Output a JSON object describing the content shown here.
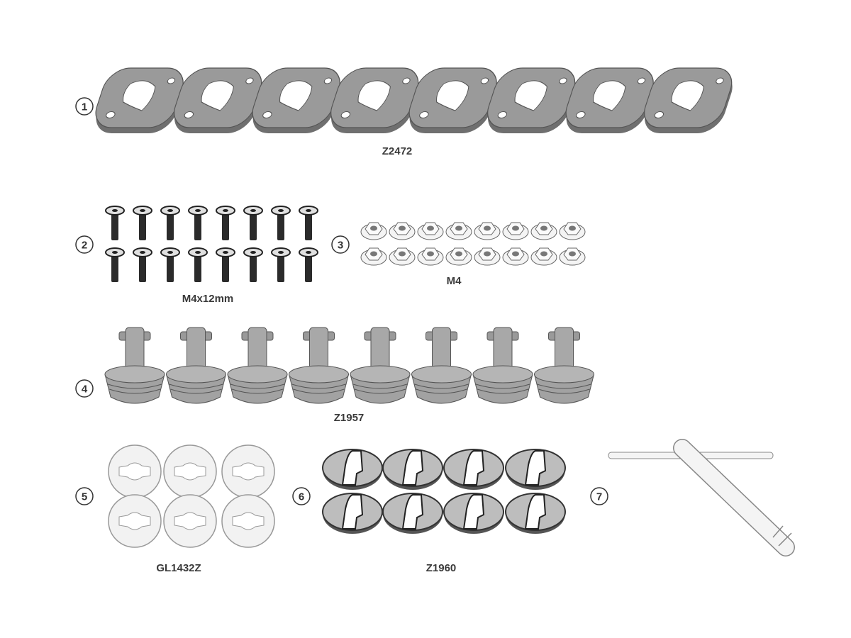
{
  "colors": {
    "part_fill": "#9a9a9a",
    "part_stroke": "#555555",
    "light_fill": "#f2f2f2",
    "text": "#3a3a3a"
  },
  "parts": [
    {
      "number": "1",
      "code": "Z2472",
      "count": 8,
      "kind": "plate"
    },
    {
      "number": "2",
      "code": "M4x12mm",
      "count": 16,
      "kind": "screw"
    },
    {
      "number": "3",
      "code": "M4",
      "count": 16,
      "kind": "nut"
    },
    {
      "number": "4",
      "code": "Z1957",
      "count": 8,
      "kind": "plug"
    },
    {
      "number": "5",
      "code": "GL1432Z",
      "count": 6,
      "kind": "washer"
    },
    {
      "number": "6",
      "code": "Z1960",
      "count": 8,
      "kind": "clip"
    },
    {
      "number": "7",
      "code": "",
      "count": 1,
      "kind": "key-tool"
    }
  ]
}
